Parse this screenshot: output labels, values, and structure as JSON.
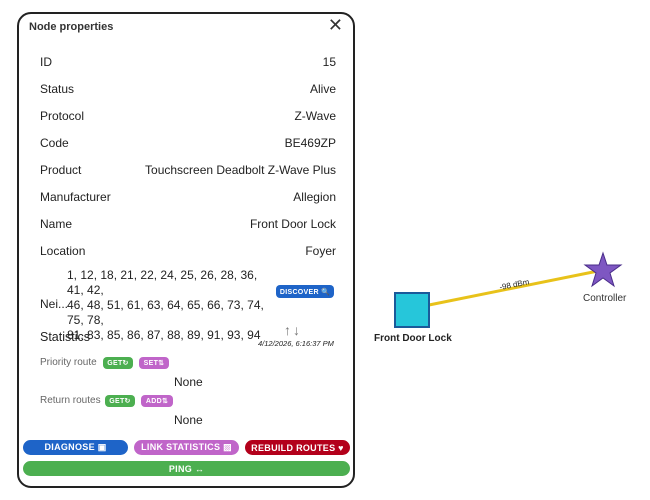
{
  "panel": {
    "title": "Node properties",
    "close_glyph": "✕",
    "properties": [
      {
        "key": "ID",
        "value": "15"
      },
      {
        "key": "Status",
        "value": "Alive"
      },
      {
        "key": "Protocol",
        "value": "Z-Wave"
      },
      {
        "key": "Code",
        "value": "BE469ZP"
      },
      {
        "key": "Product",
        "value": "Touchscreen Deadbolt Z-Wave Plus"
      },
      {
        "key": "Manufacturer",
        "value": "Allegion"
      },
      {
        "key": "Name",
        "value": "Front Door Lock"
      },
      {
        "key": "Location",
        "value": "Foyer"
      }
    ],
    "neighbors": {
      "label": "Nei...",
      "line1": "1, 12, 18, 21, 22, 24, 25, 26, 28, 36, 41, 42,",
      "line2": "46, 48, 51, 61, 63, 64, 65, 66, 73, 74, 75, 78,",
      "line3": "81, 83, 85, 86, 87, 88, 89, 91, 93, 94",
      "discover_label": "DISCOVER 🔍"
    },
    "statistics": {
      "label": "Statistics",
      "arrows": "↑↓",
      "timestamp": "4/12/2026, 6:16:37 PM"
    },
    "priority_route": {
      "label": "Priority route",
      "get_label": "GET↻",
      "set_label": "SET⇅",
      "value": "None"
    },
    "return_routes": {
      "label": "Return routes",
      "get_label": "GET↻",
      "add_label": "ADD⇅",
      "value": "None"
    },
    "actions": {
      "diagnose": "DIAGNOSE ▣",
      "link_stats": "LINK STATISTICS ▨",
      "rebuild": "REBUILD ROUTES ♥",
      "ping": "PING ↔"
    }
  },
  "graph": {
    "node_label": "Front Door Lock",
    "controller_label": "Controller",
    "link_label": "-98 dBm"
  },
  "colors": {
    "blue": "#1e64c8",
    "green": "#4caf50",
    "purple": "#c065c9",
    "red": "#b3001b",
    "node_fill": "#26c6da",
    "link": "#e8c21a",
    "star": "#7e57c2"
  }
}
